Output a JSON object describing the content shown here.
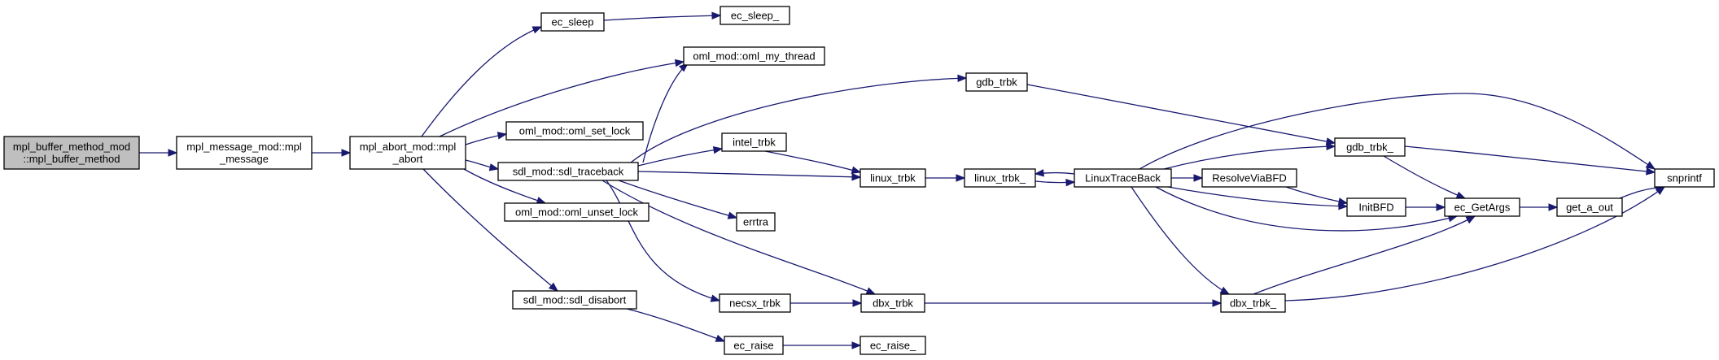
{
  "colors": {
    "edge": "#191970",
    "root_fill": "#bfbfbf",
    "node_fill": "#ffffff",
    "border": "#000000"
  },
  "nodes": {
    "n_root": [
      "mpl_buffer_method_mod",
      "::mpl_buffer_method"
    ],
    "n_msg": [
      "mpl_message_mod::mpl",
      "_message"
    ],
    "n_abort": [
      "mpl_abort_mod::mpl",
      "_abort"
    ],
    "n_ecsleep": [
      "ec_sleep"
    ],
    "n_ecsleepu": [
      "ec_sleep_"
    ],
    "n_myth": [
      "oml_mod::oml_my_thread"
    ],
    "n_setlock": [
      "oml_mod::oml_set_lock"
    ],
    "n_sdltb": [
      "sdl_mod::sdl_traceback"
    ],
    "n_unset": [
      "oml_mod::oml_unset_lock"
    ],
    "n_disab": [
      "sdl_mod::sdl_disabort"
    ],
    "n_gdb": [
      "gdb_trbk"
    ],
    "n_intel": [
      "intel_trbk"
    ],
    "n_errtra": [
      "errtra"
    ],
    "n_necsx": [
      "necsx_trbk"
    ],
    "n_dbx": [
      "dbx_trbk"
    ],
    "n_ecraise": [
      "ec_raise"
    ],
    "n_ecraiseu": [
      "ec_raise_"
    ],
    "n_linux": [
      "linux_trbk"
    ],
    "n_linuxu": [
      "linux_trbk_"
    ],
    "n_ltb": [
      "LinuxTraceBack"
    ],
    "n_gdbu": [
      "gdb_trbk_"
    ],
    "n_resolve": [
      "ResolveViaBFD"
    ],
    "n_initbfd": [
      "InitBFD"
    ],
    "n_getargs": [
      "ec_GetArgs"
    ],
    "n_dbxu": [
      "dbx_trbk_"
    ],
    "n_getaout": [
      "get_a_out"
    ],
    "n_snprintf": [
      "snprintf"
    ]
  }
}
